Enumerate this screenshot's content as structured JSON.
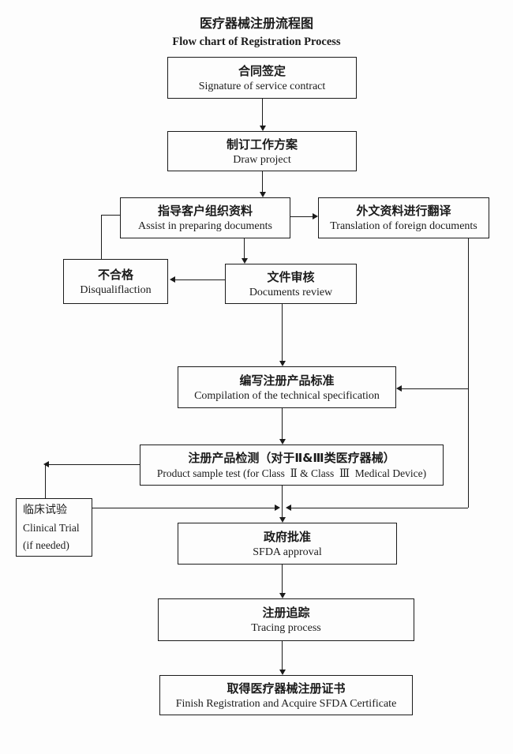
{
  "title": {
    "cn": "医疗器械注册流程图",
    "en": "Flow chart of Registration Process"
  },
  "nodes": {
    "contract": {
      "cn": "合同签定",
      "en": "Signature of service contract"
    },
    "plan": {
      "cn": "制订工作方案",
      "en": "Draw project"
    },
    "assist": {
      "cn": "指导客户组织资料",
      "en": "Assist in preparing documents"
    },
    "translation": {
      "cn": "外文资料进行翻译",
      "en": "Translation of foreign documents"
    },
    "disqualification": {
      "cn": "不合格",
      "en": "Disqualiflaction"
    },
    "review": {
      "cn": "文件审核",
      "en": "Documents review"
    },
    "compilation": {
      "cn": "编写注册产品标准",
      "en": "Compilation of the technical specification"
    },
    "sample_test": {
      "cn": "注册产品检测（对于Ⅱ&Ⅲ类医疗器械）",
      "en": "Product sample test (for Class  Ⅱ & Class  Ⅲ  Medical Device)"
    },
    "clinical": {
      "cn": "临床试验",
      "en1": "Clinical Trial",
      "en2": "(if needed)"
    },
    "approval": {
      "cn": "政府批准",
      "en": "SFDA approval"
    },
    "tracing": {
      "cn": "注册追踪",
      "en": "Tracing process"
    },
    "certificate": {
      "cn": "取得医疗器械注册证书",
      "en": "Finish Registration and Acquire SFDA Certificate"
    }
  },
  "edges": [
    {
      "from": "contract",
      "to": "plan",
      "arrow": true
    },
    {
      "from": "plan",
      "to": "assist",
      "arrow": true
    },
    {
      "from": "assist",
      "to": "translation",
      "arrow": true
    },
    {
      "from": "assist",
      "to": "review",
      "arrow": true
    },
    {
      "from": "review",
      "to": "disqualification",
      "arrow": true
    },
    {
      "from": "disqualification",
      "to": "assist",
      "arrow": false
    },
    {
      "from": "review",
      "to": "compilation",
      "arrow": true
    },
    {
      "from": "translation",
      "to": "compilation",
      "arrow": true
    },
    {
      "from": "compilation",
      "to": "sample_test",
      "arrow": true
    },
    {
      "from": "sample_test",
      "to": "clinical",
      "arrow": true
    },
    {
      "from": "clinical",
      "to": "approval",
      "arrow": true
    },
    {
      "from": "translation",
      "to": "approval",
      "arrow": true
    },
    {
      "from": "sample_test",
      "to": "approval",
      "arrow": true
    },
    {
      "from": "approval",
      "to": "tracing",
      "arrow": true
    },
    {
      "from": "tracing",
      "to": "certificate",
      "arrow": true
    }
  ],
  "colors": {
    "background": "#fdfdfd",
    "line": "#1b1b1b",
    "text": "#1b1b1b"
  }
}
